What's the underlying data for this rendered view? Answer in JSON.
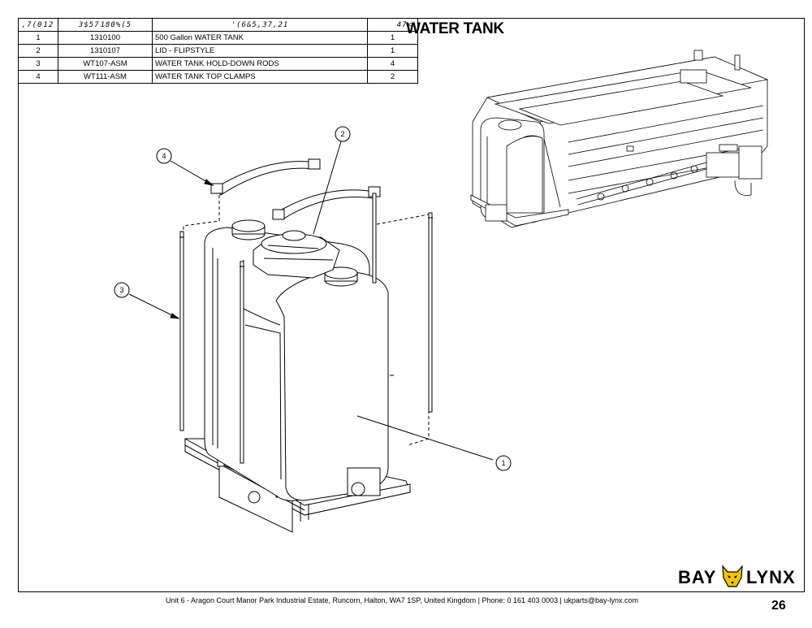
{
  "parts_table": {
    "headers": {
      "item": ",7(0\u001b12\u001b",
      "part": "3$57\u001b180%(5",
      "desc": "'(6&5,37,21",
      "qty": "47<"
    },
    "rows": [
      {
        "item": "1",
        "part": "1310100",
        "desc": "500 Gallon WATER TANK",
        "qty": "1"
      },
      {
        "item": "2",
        "part": "1310107",
        "desc": "LID - FLIPSTYLE",
        "qty": "1"
      },
      {
        "item": "3",
        "part": "WT107-ASM",
        "desc": "WATER TANK HOLD-DOWN RODS",
        "qty": "4"
      },
      {
        "item": "4",
        "part": "WT111-ASM",
        "desc": "WATER TANK TOP CLAMPS",
        "qty": "2"
      }
    ]
  },
  "title": "WATER TANK",
  "callouts": [
    "1",
    "2",
    "3",
    "4"
  ],
  "logo": {
    "left": "BAY",
    "right": "LYNX",
    "icon": "lynx-head-icon",
    "accent": "#f2c400"
  },
  "footer": "Unit 6 - Aragon Court Manor Park Industrial Estate, Runcorn, Halton, WA7 1SP, United Kingdom  |  Phone: 0 161 403 0003  |  ukparts@bay-lynx.com",
  "page_number": "26"
}
